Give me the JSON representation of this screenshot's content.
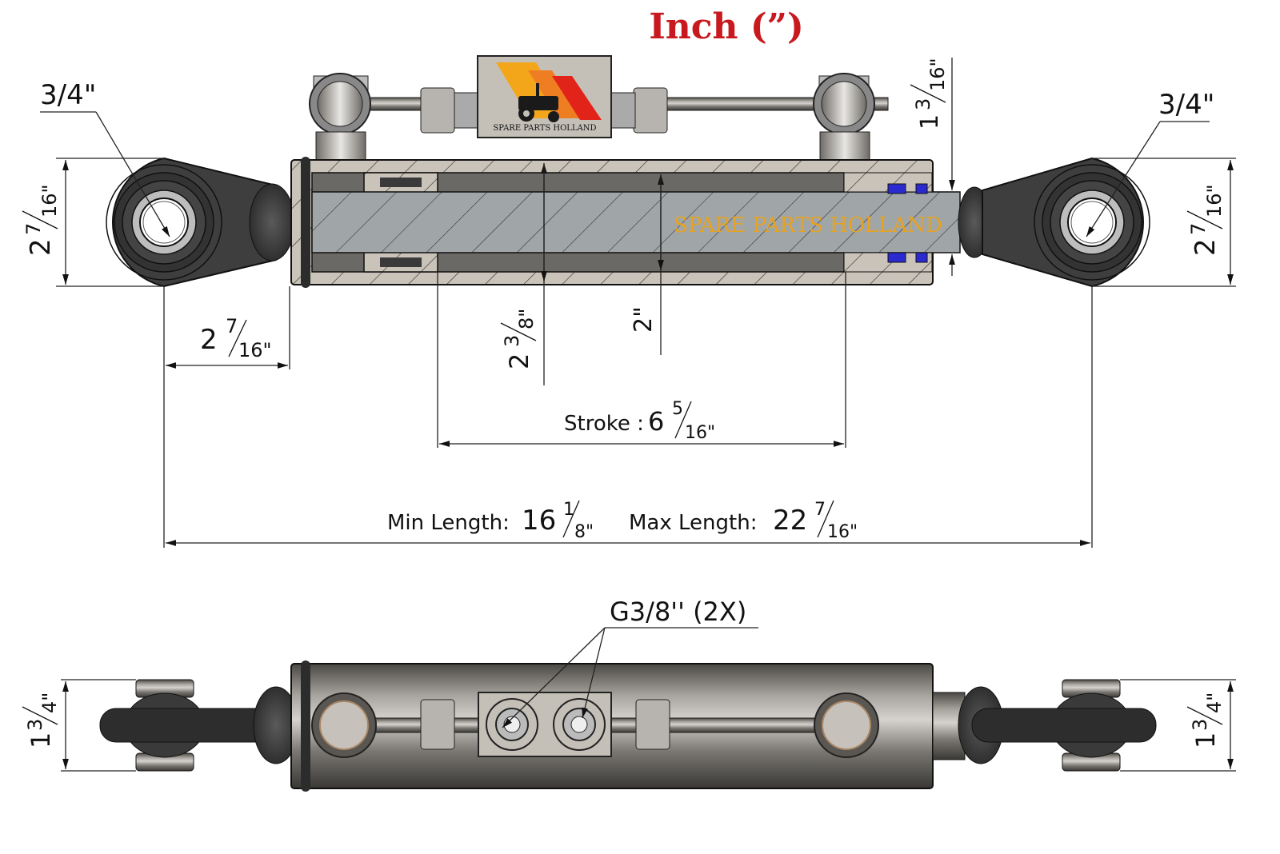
{
  "title": {
    "text": "Inch (”)",
    "color": "#c8191e"
  },
  "logo": {
    "brand": "SPARE PARTS HOLLAND",
    "stripe_colors": [
      "#f4a61b",
      "#ef7d22",
      "#e2231a"
    ]
  },
  "watermark": {
    "text": "SPARE PARTS HOLLAND",
    "color": "#e8a21f"
  },
  "side_view": {
    "left_eye": {
      "bore": "3/4\"",
      "height_whole": "2",
      "height_num": "7",
      "height_den": "16\""
    },
    "right_eye": {
      "bore": "3/4\"",
      "height_whole": "2",
      "height_num": "7",
      "height_den": "16\""
    },
    "rod_diameter": {
      "whole": "1",
      "num": "3",
      "den": "16\""
    },
    "eye_to_body": {
      "whole": "2",
      "num": "7",
      "den": "16\""
    },
    "bore_diameter": {
      "whole": "2",
      "num": "3",
      "den": "8\""
    },
    "inner_diameter": {
      "text": "2\""
    },
    "stroke": {
      "label": "Stroke :",
      "whole": "6",
      "num": "5",
      "den": "16\""
    },
    "min_length": {
      "label": "Min Length:",
      "whole": "16",
      "num": "1",
      "den": "8\""
    },
    "max_length": {
      "label": "Max Length:",
      "whole": "22",
      "num": "7",
      "den": "16\""
    }
  },
  "top_view": {
    "port_label": "G3/8'' (2X)",
    "left_ball_width": {
      "whole": "1",
      "num": "3",
      "den": "4\""
    },
    "right_ball_width": {
      "whole": "1",
      "num": "3",
      "den": "4\""
    }
  },
  "colors": {
    "body_hatch": "#c8c2b8",
    "rod": "#9ea4a6",
    "rubber": "#3a3a3a",
    "seal_blue": "#2a2ad0",
    "dim_line": "#222222"
  }
}
